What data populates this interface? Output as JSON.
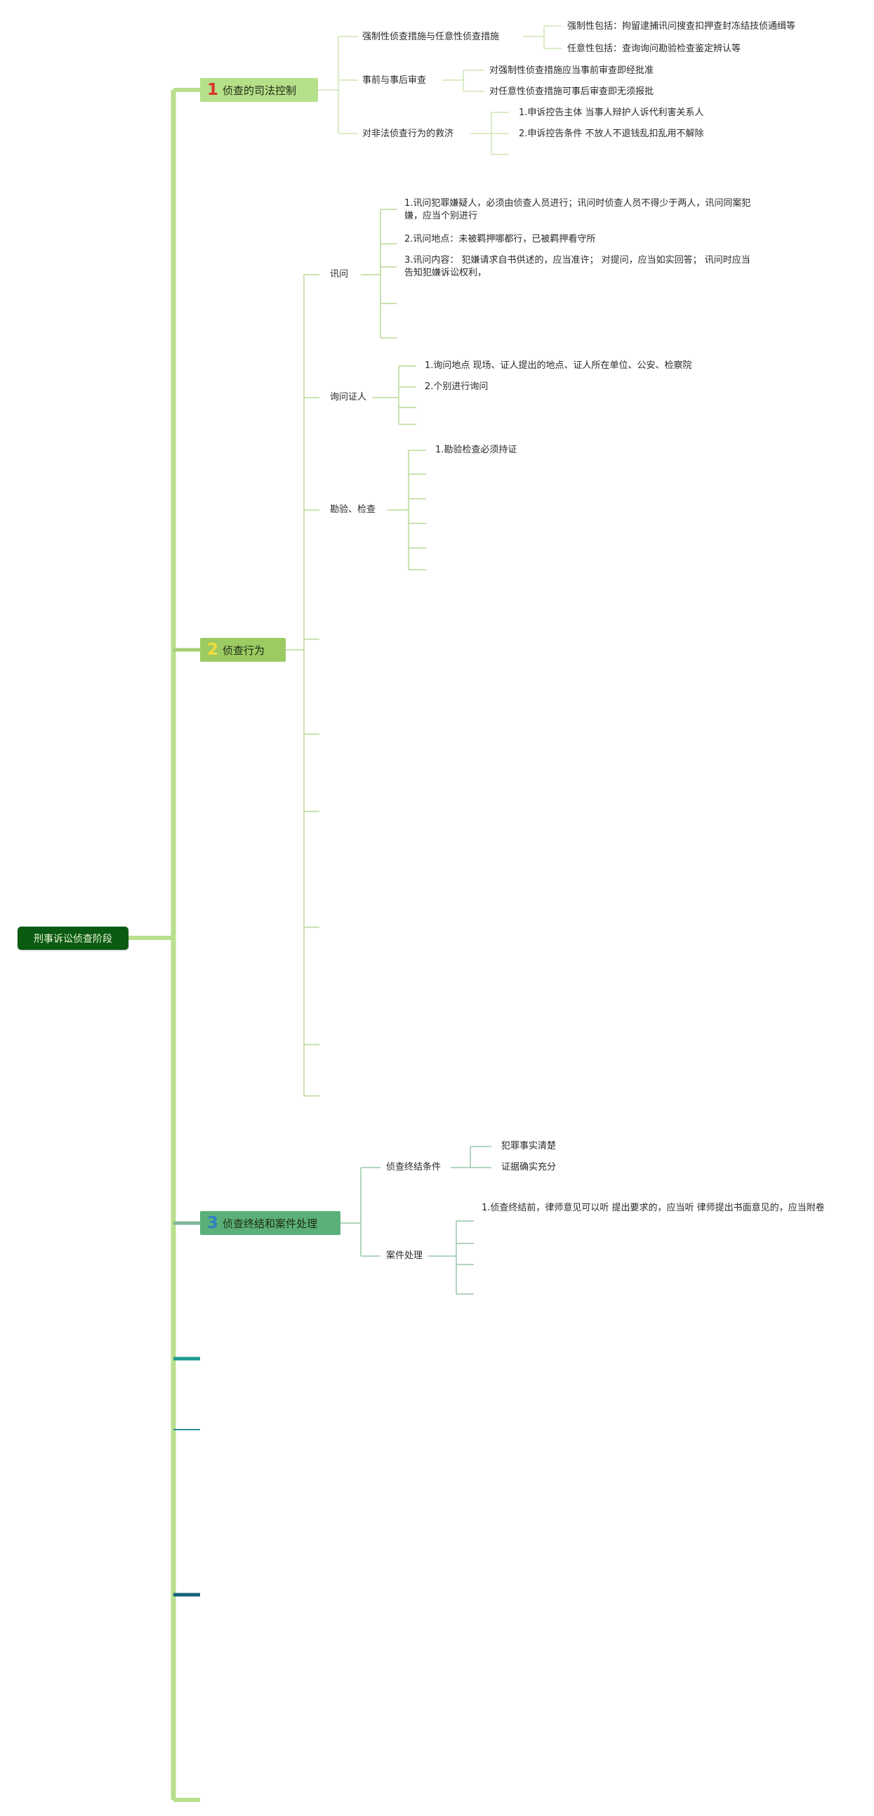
{
  "root": {
    "label": "刑事诉讼侦查阶段"
  },
  "colors": {
    "root_bg": "#0b5a12",
    "topic1_bg": "#b6df8a",
    "topic1_num": "#d8332c",
    "topic2_bg": "#9ccb63",
    "topic2_num": "#f2dc3c",
    "topic3_bg": "#5bb07a",
    "topic3_num": "#2d7fc6",
    "spine": "#b9df8d",
    "branch2_line": "#a6cf74",
    "branch3_line": "#7fc09a",
    "teal1": "#1d9a8f",
    "teal2": "#2a8f9a",
    "teal3": "#16637d"
  },
  "topics": [
    {
      "num": "1",
      "label": "侦查的司法控制",
      "children": [
        {
          "label": "强制性侦查措施与任意性侦查措施",
          "children": [
            {
              "label": "强制性包括：拘留逮捕讯问搜查扣押查封冻结技侦通缉等"
            },
            {
              "label": "任意性包括：查询询问勘验检查鉴定辨认等"
            }
          ]
        },
        {
          "label": "事前与事后审查",
          "children": [
            {
              "label": "对强制性侦查措施应当事前审查即经批准"
            },
            {
              "label": "对任意性侦查措施可事后审查即无须报批"
            }
          ]
        },
        {
          "label": "对非法侦查行为的救济",
          "children": [
            {
              "label": "1.申诉控告主体 当事人辩护人诉代利害关系人"
            },
            {
              "label": "2.申诉控告条件 不放人不退钱乱扣乱用不解除"
            },
            {
              "label": ""
            }
          ]
        }
      ]
    },
    {
      "num": "2",
      "label": "侦查行为",
      "children": [
        {
          "label": "讯问",
          "children": [
            {
              "label": "1.讯问犯罪嫌疑人，必须由侦查人员进行；讯问时侦查人员不得少于两人，讯问同案犯嫌，应当个别进行"
            },
            {
              "label": "2.讯问地点：未被羁押哪都行，已被羁押看守所"
            },
            {
              "label": "3.讯问内容： 犯嫌请求自书供述的，应当准许； 对提问，应当如实回答； 讯问时应当告知犯嫌诉讼权利，"
            },
            {
              "label": ""
            },
            {
              "label": ""
            }
          ]
        },
        {
          "label": "询问证人",
          "children": [
            {
              "label": "1.询问地点 现场、证人提出的地点、证人所在单位、公安、检察院"
            },
            {
              "label": "2.个别进行询问"
            },
            {
              "label": ""
            },
            {
              "label": ""
            }
          ]
        },
        {
          "label": "勘验、检查",
          "children": [
            {
              "label": "1.勘验检查必须持证"
            },
            {
              "label": ""
            },
            {
              "label": ""
            },
            {
              "label": ""
            },
            {
              "label": ""
            },
            {
              "label": ""
            }
          ]
        },
        {
          "label": ""
        },
        {
          "label": ""
        },
        {
          "label": ""
        },
        {
          "label": ""
        },
        {
          "label": ""
        },
        {
          "label": ""
        }
      ]
    },
    {
      "num": "3",
      "label": "侦查终结和案件处理",
      "children": [
        {
          "label": "侦查终结条件",
          "children": [
            {
              "label": "犯罪事实清楚"
            },
            {
              "label": "证据确实充分"
            }
          ]
        },
        {
          "label": "案件处理",
          "children": [
            {
              "label": "1.侦查终结前，律师意见可以听 提出要求的，应当听 律师提出书面意见的，应当附卷"
            },
            {
              "label": ""
            },
            {
              "label": ""
            },
            {
              "label": ""
            }
          ]
        }
      ]
    }
  ]
}
